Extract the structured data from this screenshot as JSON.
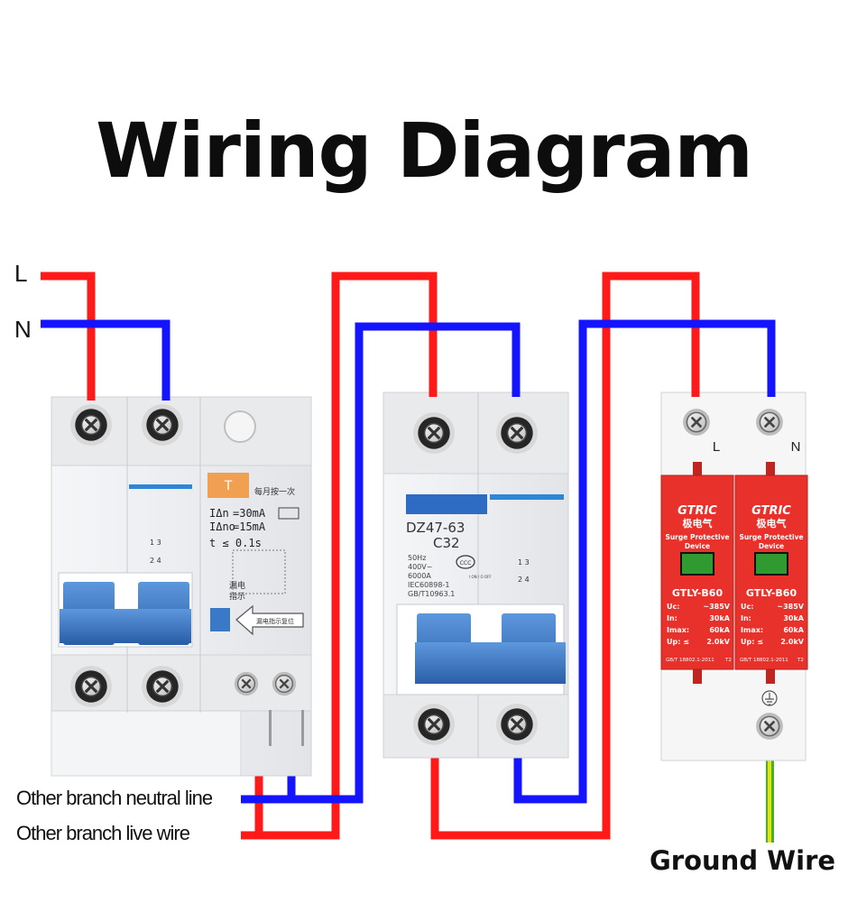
{
  "title": "Wiring Diagram",
  "inputs": {
    "live": "L",
    "neutral": "N"
  },
  "outputs": {
    "neutral_branch": "Other branch neutral line",
    "live_branch": "Other branch live wire",
    "ground": "Ground Wire"
  },
  "rcbo": {
    "test_button": "T",
    "test_hint": "每月按一次",
    "spec_in": "=30mA",
    "spec_ino": "=15mA",
    "spec_t": "t ≤ 0.1s",
    "leak_label": "漏电",
    "indicate_label": "指示",
    "reset_hint": "漏电指示复位",
    "poles": "1 3",
    "poles_bottom": "2 4"
  },
  "mcb": {
    "model": "DZ47-63",
    "rating": "C32",
    "freq": "50Hz",
    "voltage": "400V~",
    "capacity": "6000A",
    "std1": "IEC60898-1",
    "std2": "GB/T10963.1",
    "cert": "CCC",
    "on_off": "I ON / O OFF",
    "poles": "1 3",
    "poles_bottom": "2 4"
  },
  "spd": {
    "terminal_L": "L",
    "terminal_N": "N",
    "modules": [
      {
        "brand": "GTRIC",
        "brand_cn": "极电气",
        "type_line1": "Surge Protective",
        "type_line2": "Device",
        "model": "GTLY-B60",
        "uc_label": "Uc:",
        "uc": "~385V",
        "in_label": "In:",
        "in": "30kA",
        "imax_label": "Imax:",
        "imax": "60kA",
        "up_label": "Up: ≤",
        "up": "2.0kV",
        "std": "GB/T 18802.1-2011",
        "class": "T2"
      },
      {
        "brand": "GTRIC",
        "brand_cn": "极电气",
        "type_line1": "Surge Protective",
        "type_line2": "Device",
        "model": "GTLY-B60",
        "uc_label": "Uc:",
        "uc": "~385V",
        "in_label": "In:",
        "in": "30kA",
        "imax_label": "Imax:",
        "imax": "60kA",
        "up_label": "Up: ≤",
        "up": "2.0kV",
        "std": "GB/T 18802.1-2011",
        "class": "T2"
      }
    ]
  },
  "colors": {
    "live_wire": "#ff1a1a",
    "neutral_wire": "#1414ff",
    "ground_green": "#3cb43c",
    "ground_yellow": "#f0e000",
    "breaker_handle": "#3a78c8",
    "spd_body": "#e8312a",
    "rcbo_test": "#f0a050",
    "indicator": "#2f9a2f"
  },
  "icons": [
    "terminal-screw-icon",
    "earth-ground-icon",
    "ccc-cert-icon",
    "reset-arrow-icon"
  ]
}
